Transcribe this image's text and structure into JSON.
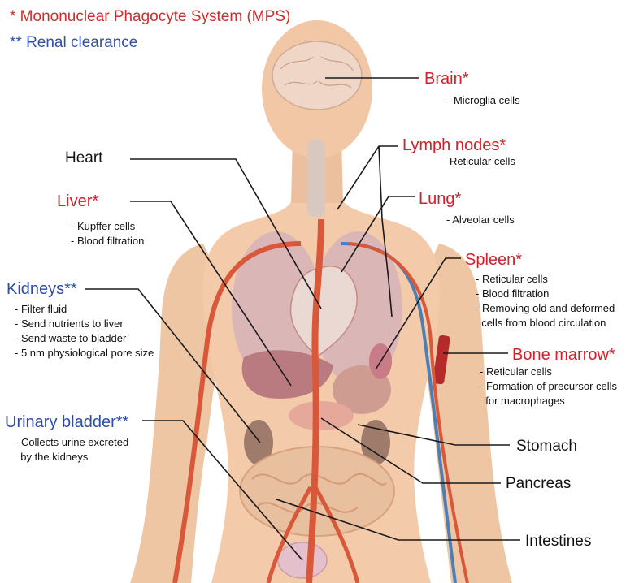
{
  "legend": {
    "mps": "*  Mononuclear Phagocyte System (MPS)",
    "renal": "** Renal clearance"
  },
  "colors": {
    "mps_red": "#d4202a",
    "renal_blue": "#2d4ea5",
    "skin": "#f2c9a8",
    "artery": "#d9583a",
    "vein": "#4d7fb4"
  },
  "organs": {
    "brain": {
      "title": "Brain*",
      "details": [
        "- Microglia cells"
      ]
    },
    "lymph_nodes": {
      "title": "Lymph nodes*",
      "details": [
        "- Reticular cells"
      ]
    },
    "heart": {
      "title": "Heart"
    },
    "lung": {
      "title": "Lung*",
      "details": [
        "- Alveolar cells"
      ]
    },
    "liver": {
      "title": "Liver*",
      "details": [
        "- Kupffer cells",
        "- Blood filtration"
      ]
    },
    "spleen": {
      "title": "Spleen*",
      "details": [
        "- Reticular cells",
        "- Blood filtration",
        "- Removing old and deformed",
        "  cells from blood circulation"
      ]
    },
    "kidneys": {
      "title": "Kidneys**",
      "details": [
        "- Filter fluid",
        "- Send nutrients to liver",
        "- Send waste to bladder",
        "- 5 nm physiological pore size"
      ]
    },
    "bone_marrow": {
      "title": "Bone marrow*",
      "details": [
        "- Reticular cells",
        "- Formation of precursor cells",
        "  for macrophages"
      ]
    },
    "urinary_bladder": {
      "title": "Urinary bladder**",
      "details": [
        "- Collects urine excreted",
        "  by the kidneys"
      ]
    },
    "stomach": {
      "title": "Stomach"
    },
    "pancreas": {
      "title": "Pancreas"
    },
    "intestines": {
      "title": "Intestines"
    }
  }
}
